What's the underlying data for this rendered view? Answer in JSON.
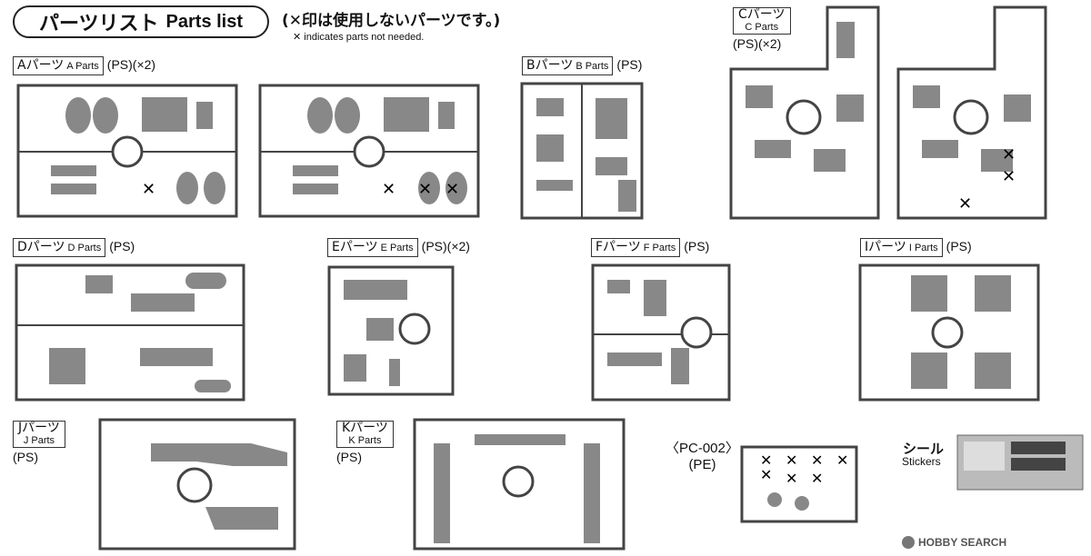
{
  "header": {
    "title_ja": "パーツリスト",
    "title_en": "Parts list",
    "note_ja": "(✕印は使用しないパーツです。)",
    "note_en": "✕ indicates parts not needed."
  },
  "parts": {
    "A": {
      "ja": "Aパーツ",
      "en": "A Parts",
      "extra": "(PS)(×2)"
    },
    "B": {
      "ja": "Bパーツ",
      "en": "B Parts",
      "extra": "(PS)"
    },
    "C": {
      "ja": "Cパーツ",
      "en": "C Parts",
      "extra": "(PS)(×2)"
    },
    "D": {
      "ja": "Dパーツ",
      "en": "D Parts",
      "extra": "(PS)"
    },
    "E": {
      "ja": "Eパーツ",
      "en": "E Parts",
      "extra": "(PS)(×2)"
    },
    "F": {
      "ja": "Fパーツ",
      "en": "F Parts",
      "extra": "(PS)"
    },
    "I": {
      "ja": "Iパーツ",
      "en": "I Parts",
      "extra": "(PS)"
    },
    "J": {
      "ja": "Jパーツ",
      "en": "J Parts",
      "extra": "(PS)"
    },
    "K": {
      "ja": "Kパーツ",
      "en": "K Parts",
      "extra": "(PS)"
    },
    "PC": {
      "name": "〈PC-002〉",
      "extra": "(PE)"
    }
  },
  "stickers": {
    "ja": "シール",
    "en": "Stickers"
  },
  "watermark": "HOBBY SEARCH"
}
